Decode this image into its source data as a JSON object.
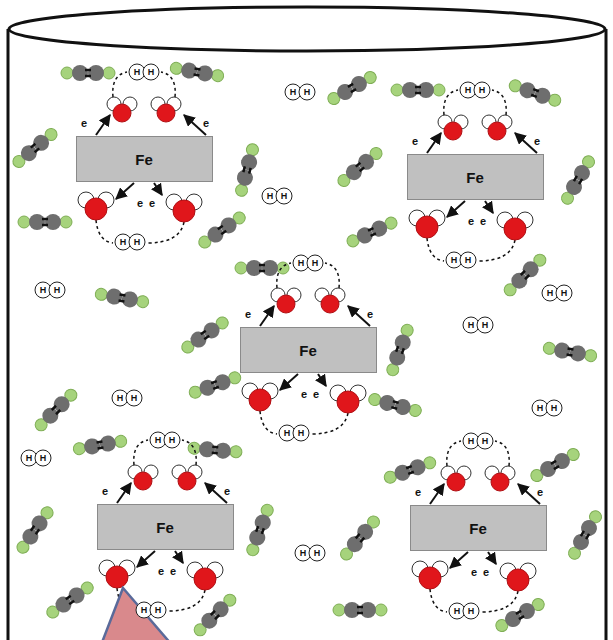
{
  "diagram": {
    "nodes": [
      {
        "text": [
          "H",
          "H"
        ]
      },
      {
        "text": [
          "H",
          "H"
        ]
      },
      {
        "text": [
          "H",
          "H"
        ]
      },
      {
        "text": [
          "Fe"
        ]
      },
      {
        "text": [
          "Fe"
        ]
      },
      {
        "text": [
          "H",
          "H"
        ]
      },
      {
        "text": [
          "H",
          "H"
        ]
      },
      {
        "text": [
          "H",
          "H"
        ]
      },
      {
        "text": [
          "H",
          "H"
        ]
      },
      {
        "text": [
          "H",
          "H"
        ]
      },
      {
        "text": [
          "H",
          "H"
        ]
      },
      {
        "text": [
          "H",
          "H"
        ]
      },
      {
        "text": [
          "Fe"
        ]
      },
      {
        "text": [
          "H",
          "H"
        ]
      },
      {
        "text": [
          "H",
          "H"
        ]
      },
      {
        "text": [
          "H",
          "H"
        ]
      },
      {
        "text": [
          "H",
          "H"
        ]
      },
      {
        "text": [
          "H",
          "H"
        ]
      },
      {
        "text": [
          "H",
          "H"
        ]
      },
      {
        "text": [
          "Fe"
        ]
      },
      {
        "text": [
          "Fe"
        ]
      },
      {
        "text": [
          "H",
          "H"
        ]
      },
      {
        "text": [
          "H",
          "H"
        ]
      },
      {
        "text": [
          "H",
          "H"
        ]
      }
    ],
    "labels": [
      "e",
      "e",
      "e",
      "e",
      "e",
      "e",
      "e",
      "e",
      "e",
      "e",
      "e",
      "e",
      "e",
      "e",
      "e",
      "e",
      "e",
      "e",
      "e",
      "e"
    ]
  }
}
